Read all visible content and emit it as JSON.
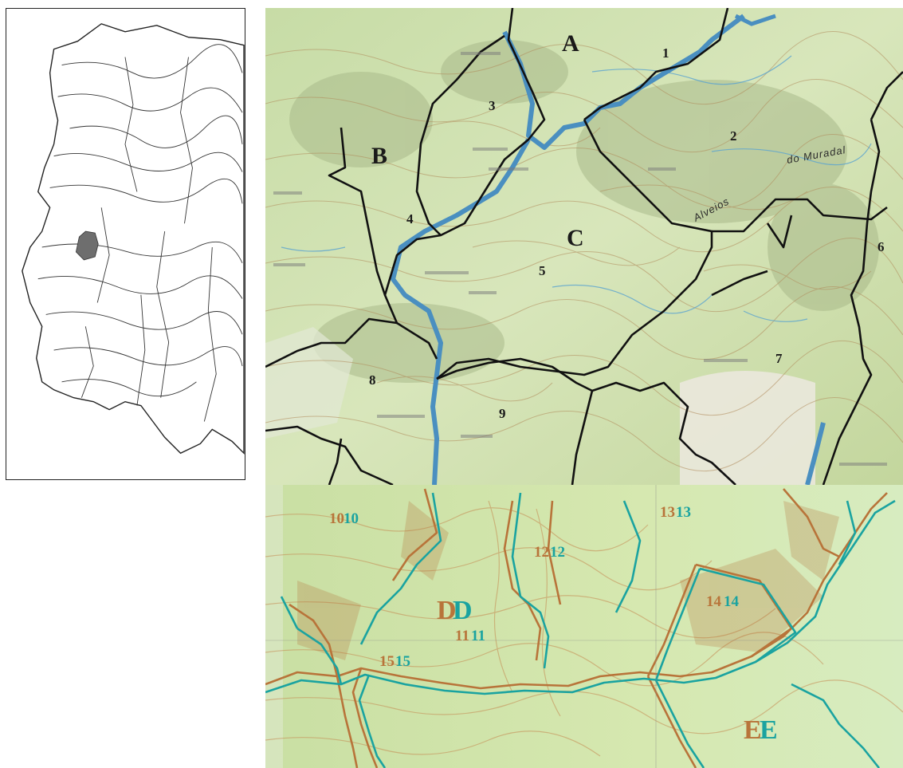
{
  "upper_map": {
    "zone_letters": [
      "A",
      "B",
      "C"
    ],
    "zone_numbers": [
      "1",
      "2",
      "3",
      "4",
      "5",
      "6",
      "7",
      "8",
      "9"
    ],
    "river_label": "do Muradal",
    "hills_label": "Alveios"
  },
  "lower_map": {
    "zone_letters": [
      {
        "a": "D",
        "b": "D"
      },
      {
        "a": "E",
        "b": "E"
      }
    ],
    "zone_numbers": [
      {
        "a": "10",
        "b": "10"
      },
      {
        "a": "11",
        "b": "11"
      },
      {
        "a": "12",
        "b": "12"
      },
      {
        "a": "13",
        "b": "13"
      },
      {
        "a": "14",
        "b": "14"
      },
      {
        "a": "15",
        "b": "15"
      }
    ]
  },
  "colors": {
    "terrain_base": "#cfe0b2",
    "contour": "#b08a5a",
    "water": "#4a8fc0",
    "boundary": "#111111",
    "lower_boundary_orange": "#b8743a",
    "lower_boundary_teal": "#1aa3a0",
    "study_area": "#6e6e6e"
  }
}
